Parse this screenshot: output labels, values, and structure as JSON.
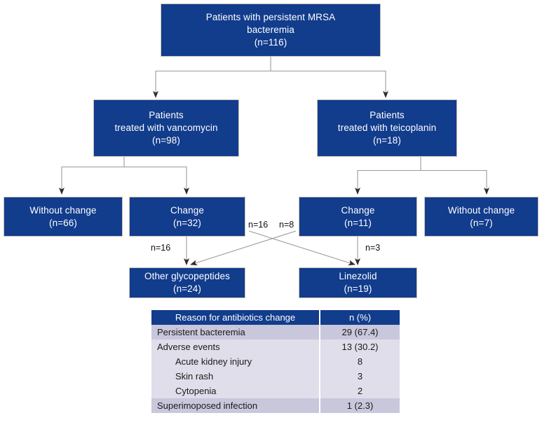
{
  "figure": {
    "type": "flowchart",
    "theme": {
      "node_fill": "#123C8C",
      "node_text": "#FFFFFF",
      "connector": "#8c8c8c",
      "arrowhead": "#2a2a2a",
      "table_header_fill": "#123C8C",
      "table_row_shaded": "#C9C7DC",
      "table_row_plain": "#DFDEEA"
    },
    "nodes": {
      "root": {
        "line1": "Patients with persistent MRSA",
        "line2": "bacteremia",
        "line3": "(n=116)"
      },
      "vancomycin": {
        "line1": "Patients",
        "line2": "treated with vancomycin",
        "line3": "(n=98)"
      },
      "teicoplanin": {
        "line1": "Patients",
        "line2": "treated with teicoplanin",
        "line3": "(n=18)"
      },
      "vanco_without_change": {
        "line1": "Without change",
        "line2": "(n=66)"
      },
      "vanco_change": {
        "line1": "Change",
        "line2": "(n=32)"
      },
      "teico_change": {
        "line1": "Change",
        "line2": "(n=11)"
      },
      "teico_without_change": {
        "line1": "Without change",
        "line2": "(n=7)"
      },
      "other_glycopeptides": {
        "line1": "Other glycopeptides",
        "line2": "(n=24)"
      },
      "linezolid": {
        "line1": "Linezolid",
        "line2": "(n=19)"
      }
    },
    "edge_labels": {
      "vanco_change_to_other": "n=16",
      "vanco_change_to_linezolid": "n=16",
      "teico_change_to_other": "n=8",
      "teico_change_to_linezolid": "n=3"
    }
  },
  "table": {
    "headers": [
      "Reason for antibiotics change",
      "n (%)"
    ],
    "rows": [
      {
        "label": "Persistent bacteremia",
        "value": "29 (67.4)",
        "shaded": true,
        "indent": false
      },
      {
        "label": "Adverse events",
        "value": "13 (30.2)",
        "shaded": false,
        "indent": false
      },
      {
        "label": "Acute kidney injury",
        "value": "8",
        "shaded": false,
        "indent": true
      },
      {
        "label": "Skin rash",
        "value": "3",
        "shaded": false,
        "indent": true
      },
      {
        "label": "Cytopenia",
        "value": "2",
        "shaded": false,
        "indent": true
      },
      {
        "label": "Superimoposed infection",
        "value": "1 (2.3)",
        "shaded": true,
        "indent": false
      }
    ]
  }
}
